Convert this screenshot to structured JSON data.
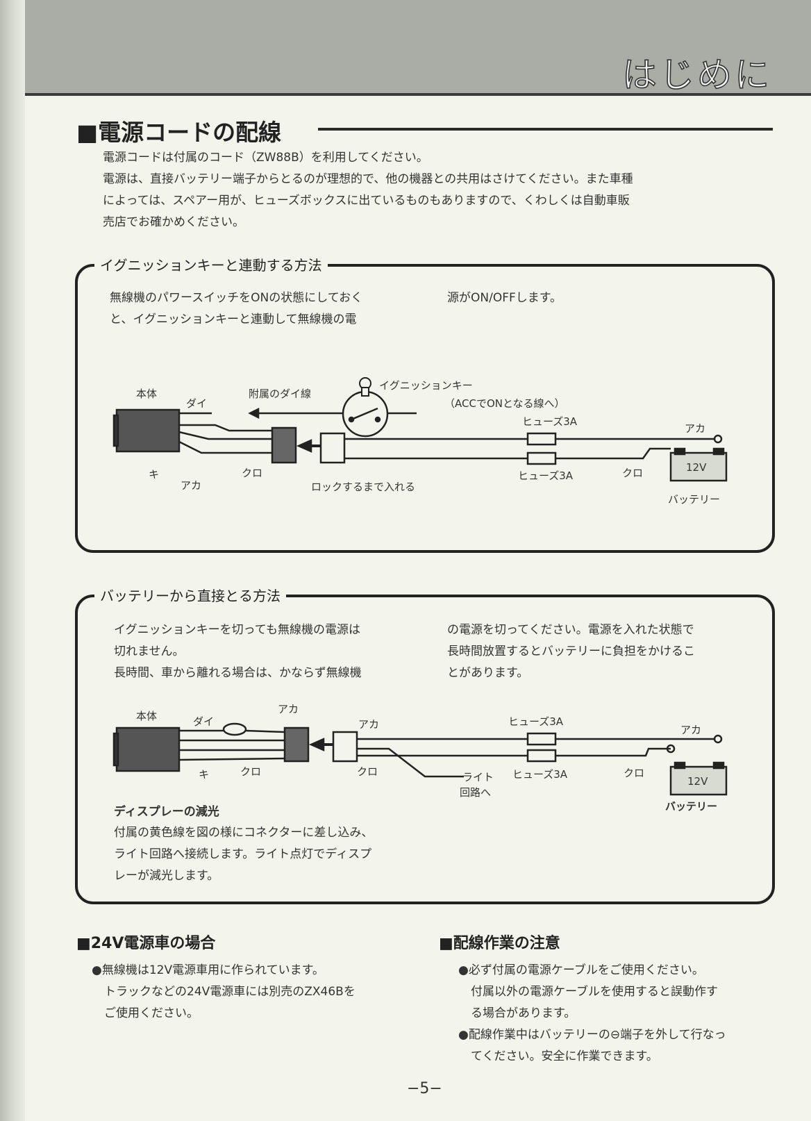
{
  "header": {
    "title": "はじめに"
  },
  "main": {
    "title": "■電源コードの配線",
    "intro": [
      "電源コードは付属のコード（ZW88B）を利用してください。",
      "電源は、直接バッテリー端子からとるのが理想的で、他の機器との共用はさけてください。また車種",
      "によっては、スペアー用が、ヒューズボックスに出ているものもありますので、くわしくは自動車販",
      "売店でお確かめください。"
    ]
  },
  "ignition_section": {
    "title": "イグニッションキーと連動する方法",
    "text_left": [
      "無線機のパワースイッチをONの状態にしておく",
      "と、イグニッションキーと連動して無線機の電"
    ],
    "text_right": [
      "源がON/OFFします。"
    ],
    "labels": {
      "body": "本体",
      "die": "ダイ",
      "attached_die": "附属のダイ線",
      "ignition_key": "イグニッションキー",
      "acc": "（ACCでONとなる線へ）",
      "fuse_top": "ヒューズ3A",
      "aka_right": "アカ",
      "ki": "キ",
      "aka": "アカ",
      "kuro": "クロ",
      "lock": "ロックするまで入れる",
      "fuse_bottom": "ヒューズ3A",
      "kuro_right": "クロ",
      "battery_v": "12V",
      "battery": "バッテリー"
    }
  },
  "battery_section": {
    "title": "バッテリーから直接とる方法",
    "text_left": [
      "イグニッションキーを切っても無線機の電源は",
      "切れません。",
      "長時間、車から離れる場合は、かならず無線機"
    ],
    "text_right": [
      "の電源を切ってください。電源を入れた状態で",
      "長時間放置するとバッテリーに負担をかけるこ",
      "とがあります。"
    ],
    "labels": {
      "body": "本体",
      "die": "ダイ",
      "aka_top": "アカ",
      "aka_mid": "アカ",
      "fuse_top": "ヒューズ3A",
      "aka_right": "アカ",
      "ki": "キ",
      "kuro": "クロ",
      "kuro2": "クロ",
      "light": "ライト",
      "light2": "回路へ",
      "fuse_bottom": "ヒューズ3A",
      "kuro_right": "クロ",
      "battery_v": "12V",
      "battery": "バッテリー"
    },
    "dimmer_title": "ディスプレーの減光",
    "dimmer_text": [
      "付属の黄色線を図の様にコネクターに差し込み、",
      "ライト回路へ接続します。ライト点灯でディスプ",
      "レーが減光します。"
    ]
  },
  "v24": {
    "title": "■24V電源車の場合",
    "lines": [
      "●無線機は12V電源車用に作られています。",
      "トラックなどの24V電源車には別売のZX46Bを",
      "ご使用ください。"
    ]
  },
  "caution": {
    "title": "■配線作業の注意",
    "lines": [
      "●必ず付属の電源ケーブルをご使用ください。",
      "付属以外の電源ケーブルを使用すると誤動作す",
      "る場合があります。",
      "●配線作業中はバッテリーの⊖端子を外して行なっ",
      "てください。安全に作業できます。"
    ]
  },
  "page_number": "−5−"
}
